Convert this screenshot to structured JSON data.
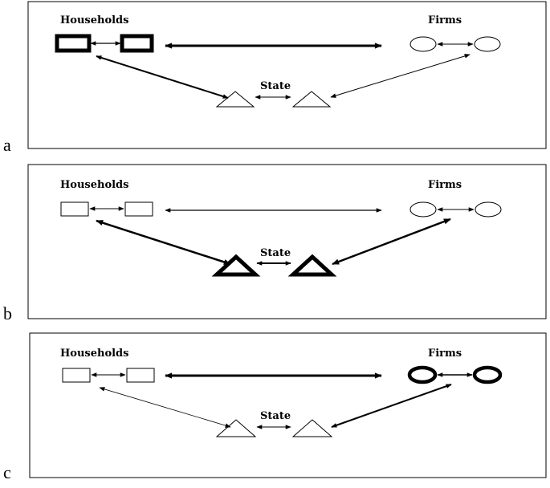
{
  "figure": {
    "panels": [
      {
        "letter": "a",
        "households_label": "Households",
        "firms_label": "Firms",
        "state_label": "State",
        "emphasis": "households"
      },
      {
        "letter": "b",
        "households_label": "Households",
        "firms_label": "Firms",
        "state_label": "State",
        "emphasis": "state"
      },
      {
        "letter": "c",
        "households_label": "Households",
        "firms_label": "Firms",
        "state_label": "State",
        "emphasis": "firms"
      }
    ],
    "colors": {
      "stroke": "#000000",
      "background": "#ffffff"
    }
  }
}
